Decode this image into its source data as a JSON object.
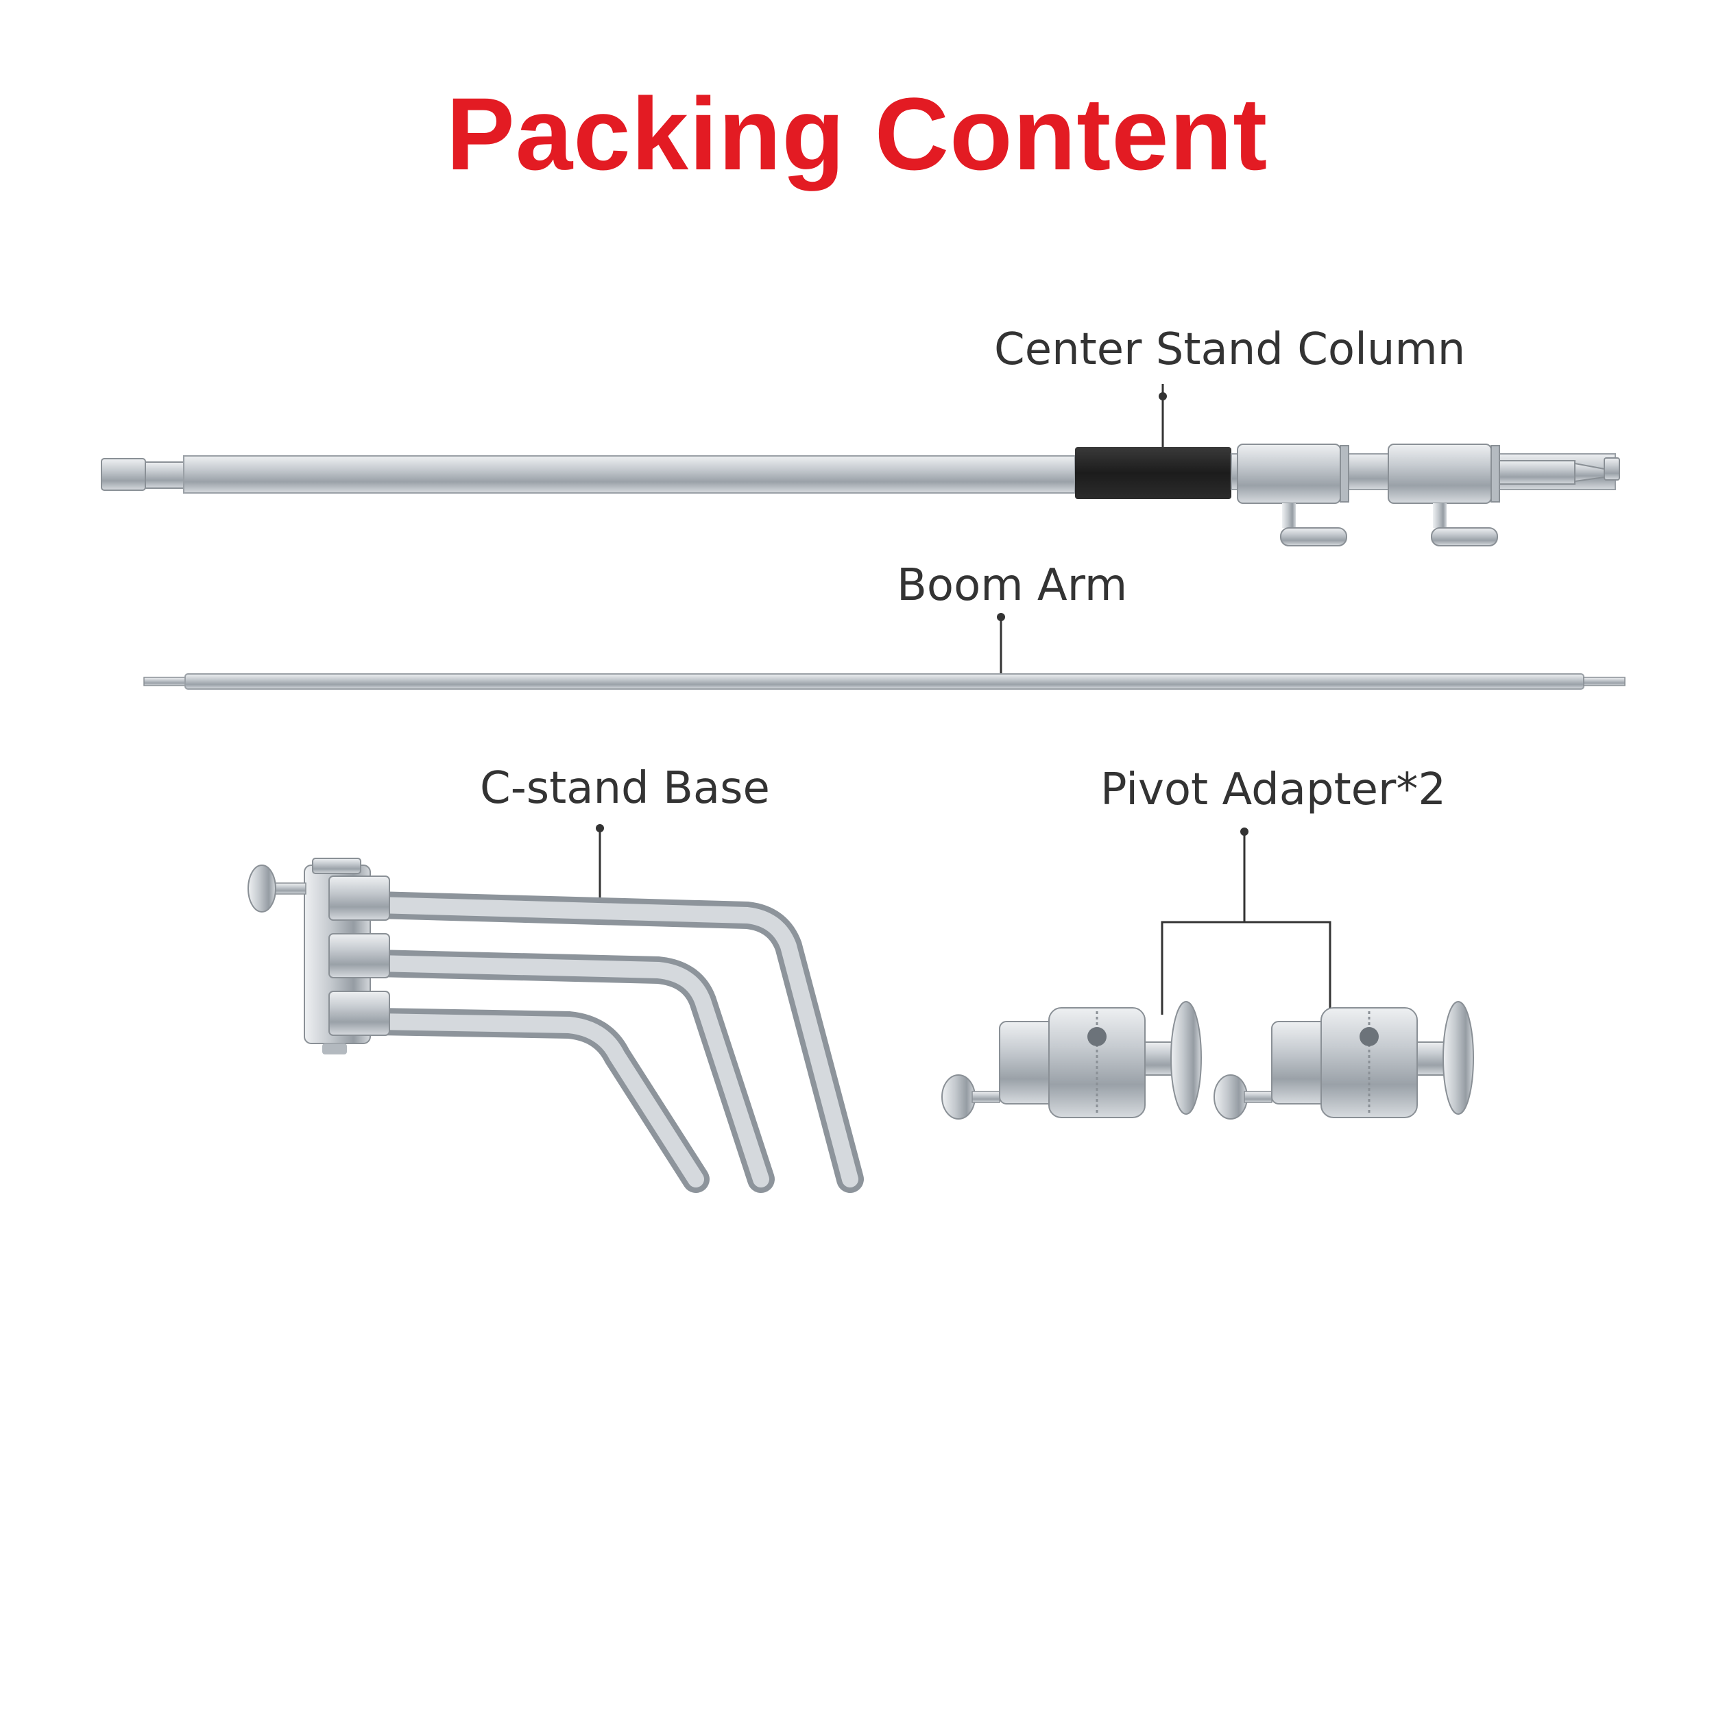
{
  "title": "Packing Content",
  "colors": {
    "title": "#e31b23",
    "label": "#333333",
    "metal": "#c9cdd1",
    "foam": "#222222"
  },
  "items": [
    {
      "label": "Center Stand Column",
      "icon": "center-stand-column-illustration"
    },
    {
      "label": "Boom Arm",
      "icon": "boom-arm-illustration"
    },
    {
      "label": "C-stand Base",
      "icon": "c-stand-base-illustration"
    },
    {
      "label": "Pivot Adapter*2",
      "icon": "pivot-adapter-illustration"
    }
  ]
}
